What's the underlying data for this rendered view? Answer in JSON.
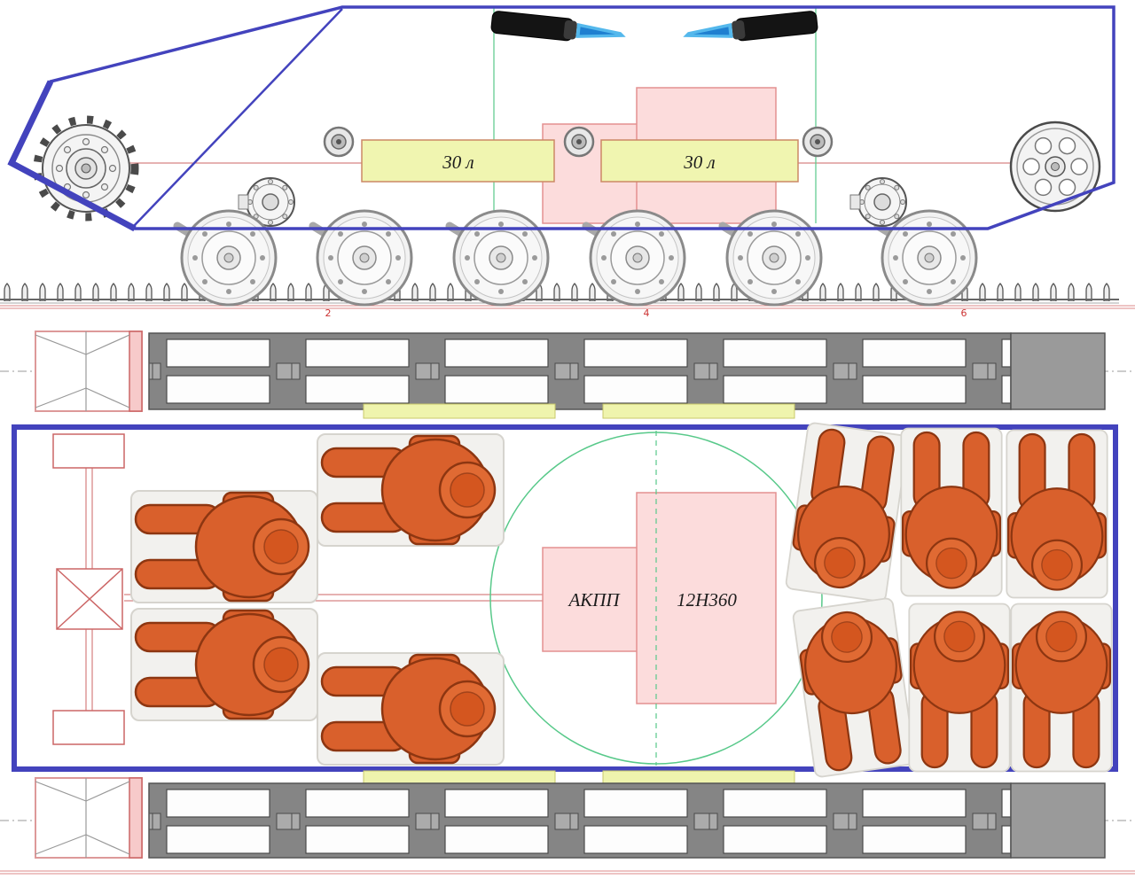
{
  "drawing": {
    "type": "armored-vehicle-layout-drawing",
    "side_view": {
      "fuel_tanks": [
        {
          "label": "30 л"
        },
        {
          "label": "30 л"
        }
      ],
      "station_labels": [
        "2",
        "4",
        "6"
      ]
    },
    "plan_view": {
      "transmission_label": "АКПП",
      "engine_label": "12Н360"
    },
    "colors": {
      "hull_blue": "#4343bd",
      "fuel_yellow": "#f0f5b0",
      "engine_pink": "#fcdcdc",
      "engine_pink_border": "#e39090",
      "turret_ring_green": "#58c98a",
      "crew_orange": "#d9602c",
      "track_gray": "#8a8a8a",
      "centerline_red": "#cc6666",
      "flame_blue": "#54b8ec"
    }
  }
}
